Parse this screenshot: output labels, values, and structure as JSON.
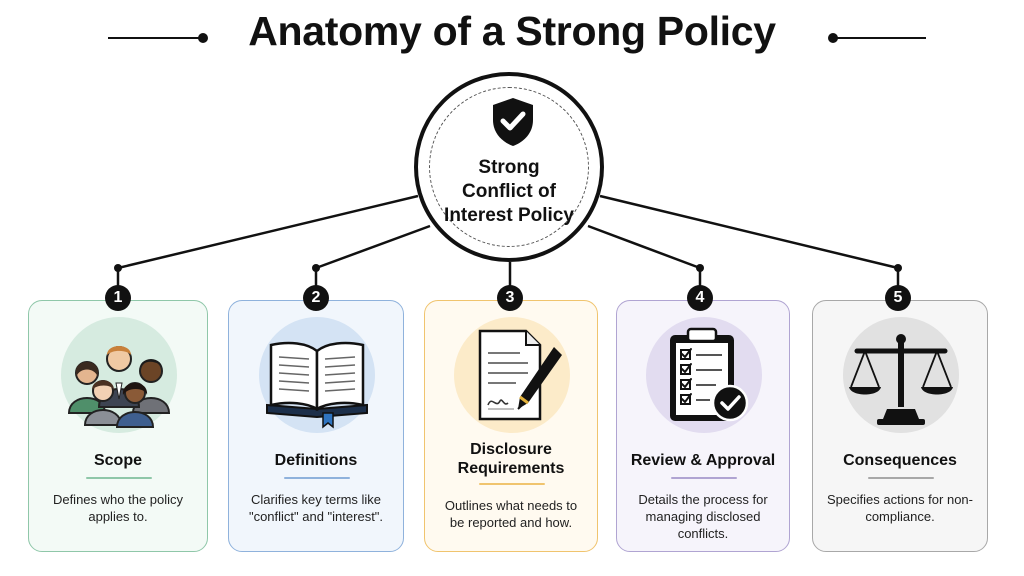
{
  "title": "Anatomy of a Strong Policy",
  "hub": {
    "label_lines": [
      "Strong",
      "Conflict of",
      "Interest Policy"
    ],
    "icon": "shield-check-icon"
  },
  "components": [
    {
      "number": "1",
      "title": "Scope",
      "description": "Defines who the policy applies to.",
      "icon": "team-people-icon",
      "accent": "#8fc7a9",
      "bg": "#f3faf6",
      "circle": "#d6ebe0"
    },
    {
      "number": "2",
      "title": "Definitions",
      "description": "Clarifies key terms like \"conflict\" and \"interest\".",
      "icon": "open-book-icon",
      "accent": "#8fb2dc",
      "bg": "#f1f6fc",
      "circle": "#d4e3f4"
    },
    {
      "number": "3",
      "title": "Disclosure Requirements",
      "description": "Outlines what needs to be reported and how.",
      "icon": "document-pen-icon",
      "accent": "#f0c46e",
      "bg": "#fffaf0",
      "circle": "#fcebc9"
    },
    {
      "number": "4",
      "title": "Review & Approval",
      "description": "Details the process for managing disclosed conflicts.",
      "icon": "checklist-clipboard-icon",
      "accent": "#b0a4d2",
      "bg": "#f6f4fb",
      "circle": "#e2dcf0"
    },
    {
      "number": "5",
      "title": "Consequences",
      "description": "Specifies actions for non-compliance.",
      "icon": "balance-scale-icon",
      "accent": "#a8a8a8",
      "bg": "#f6f6f6",
      "circle": "#e1e1e1"
    }
  ]
}
